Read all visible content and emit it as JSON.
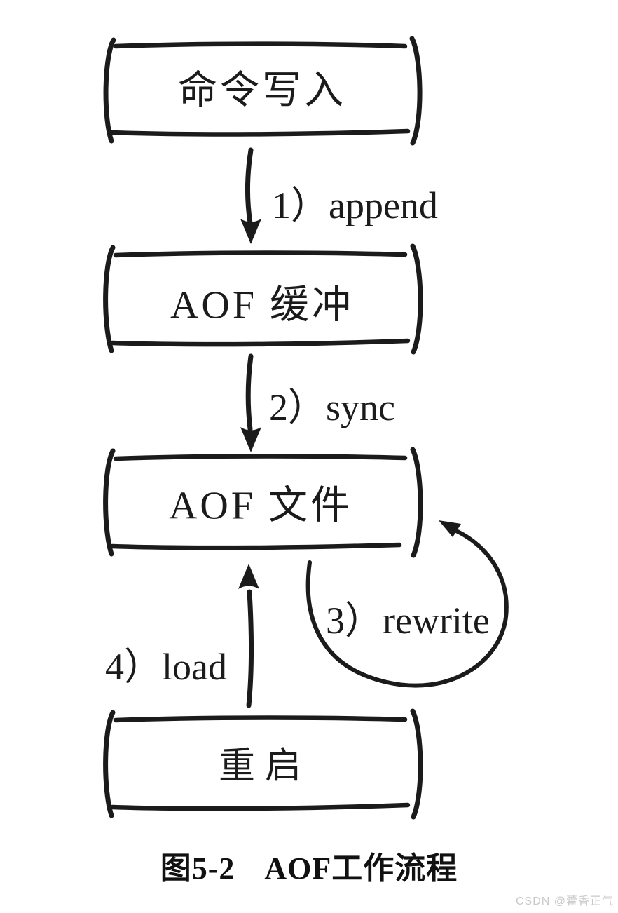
{
  "figure": {
    "nodes": [
      {
        "id": "command-write",
        "label": "命令写入"
      },
      {
        "id": "aof-buffer",
        "label": "AOF 缓冲"
      },
      {
        "id": "aof-file",
        "label": "AOF 文件"
      },
      {
        "id": "restart",
        "label": "重启"
      }
    ],
    "edges": [
      {
        "id": "append",
        "label": "1）append",
        "from": "command-write",
        "to": "aof-buffer",
        "style": "straight-down"
      },
      {
        "id": "sync",
        "label": "2）sync",
        "from": "aof-buffer",
        "to": "aof-file",
        "style": "straight-down"
      },
      {
        "id": "rewrite",
        "label": "3）rewrite",
        "from": "aof-file",
        "to": "aof-file",
        "style": "self-loop"
      },
      {
        "id": "load",
        "label": "4）load",
        "from": "restart",
        "to": "aof-file",
        "style": "straight-up"
      }
    ],
    "caption": {
      "figure_number": "图5-2",
      "title": "AOF工作流程"
    },
    "watermark": "CSDN @藿香正气",
    "colors": {
      "ink": "#1b1b1b",
      "background": "#ffffff",
      "watermark": "#c9c9c9"
    }
  }
}
